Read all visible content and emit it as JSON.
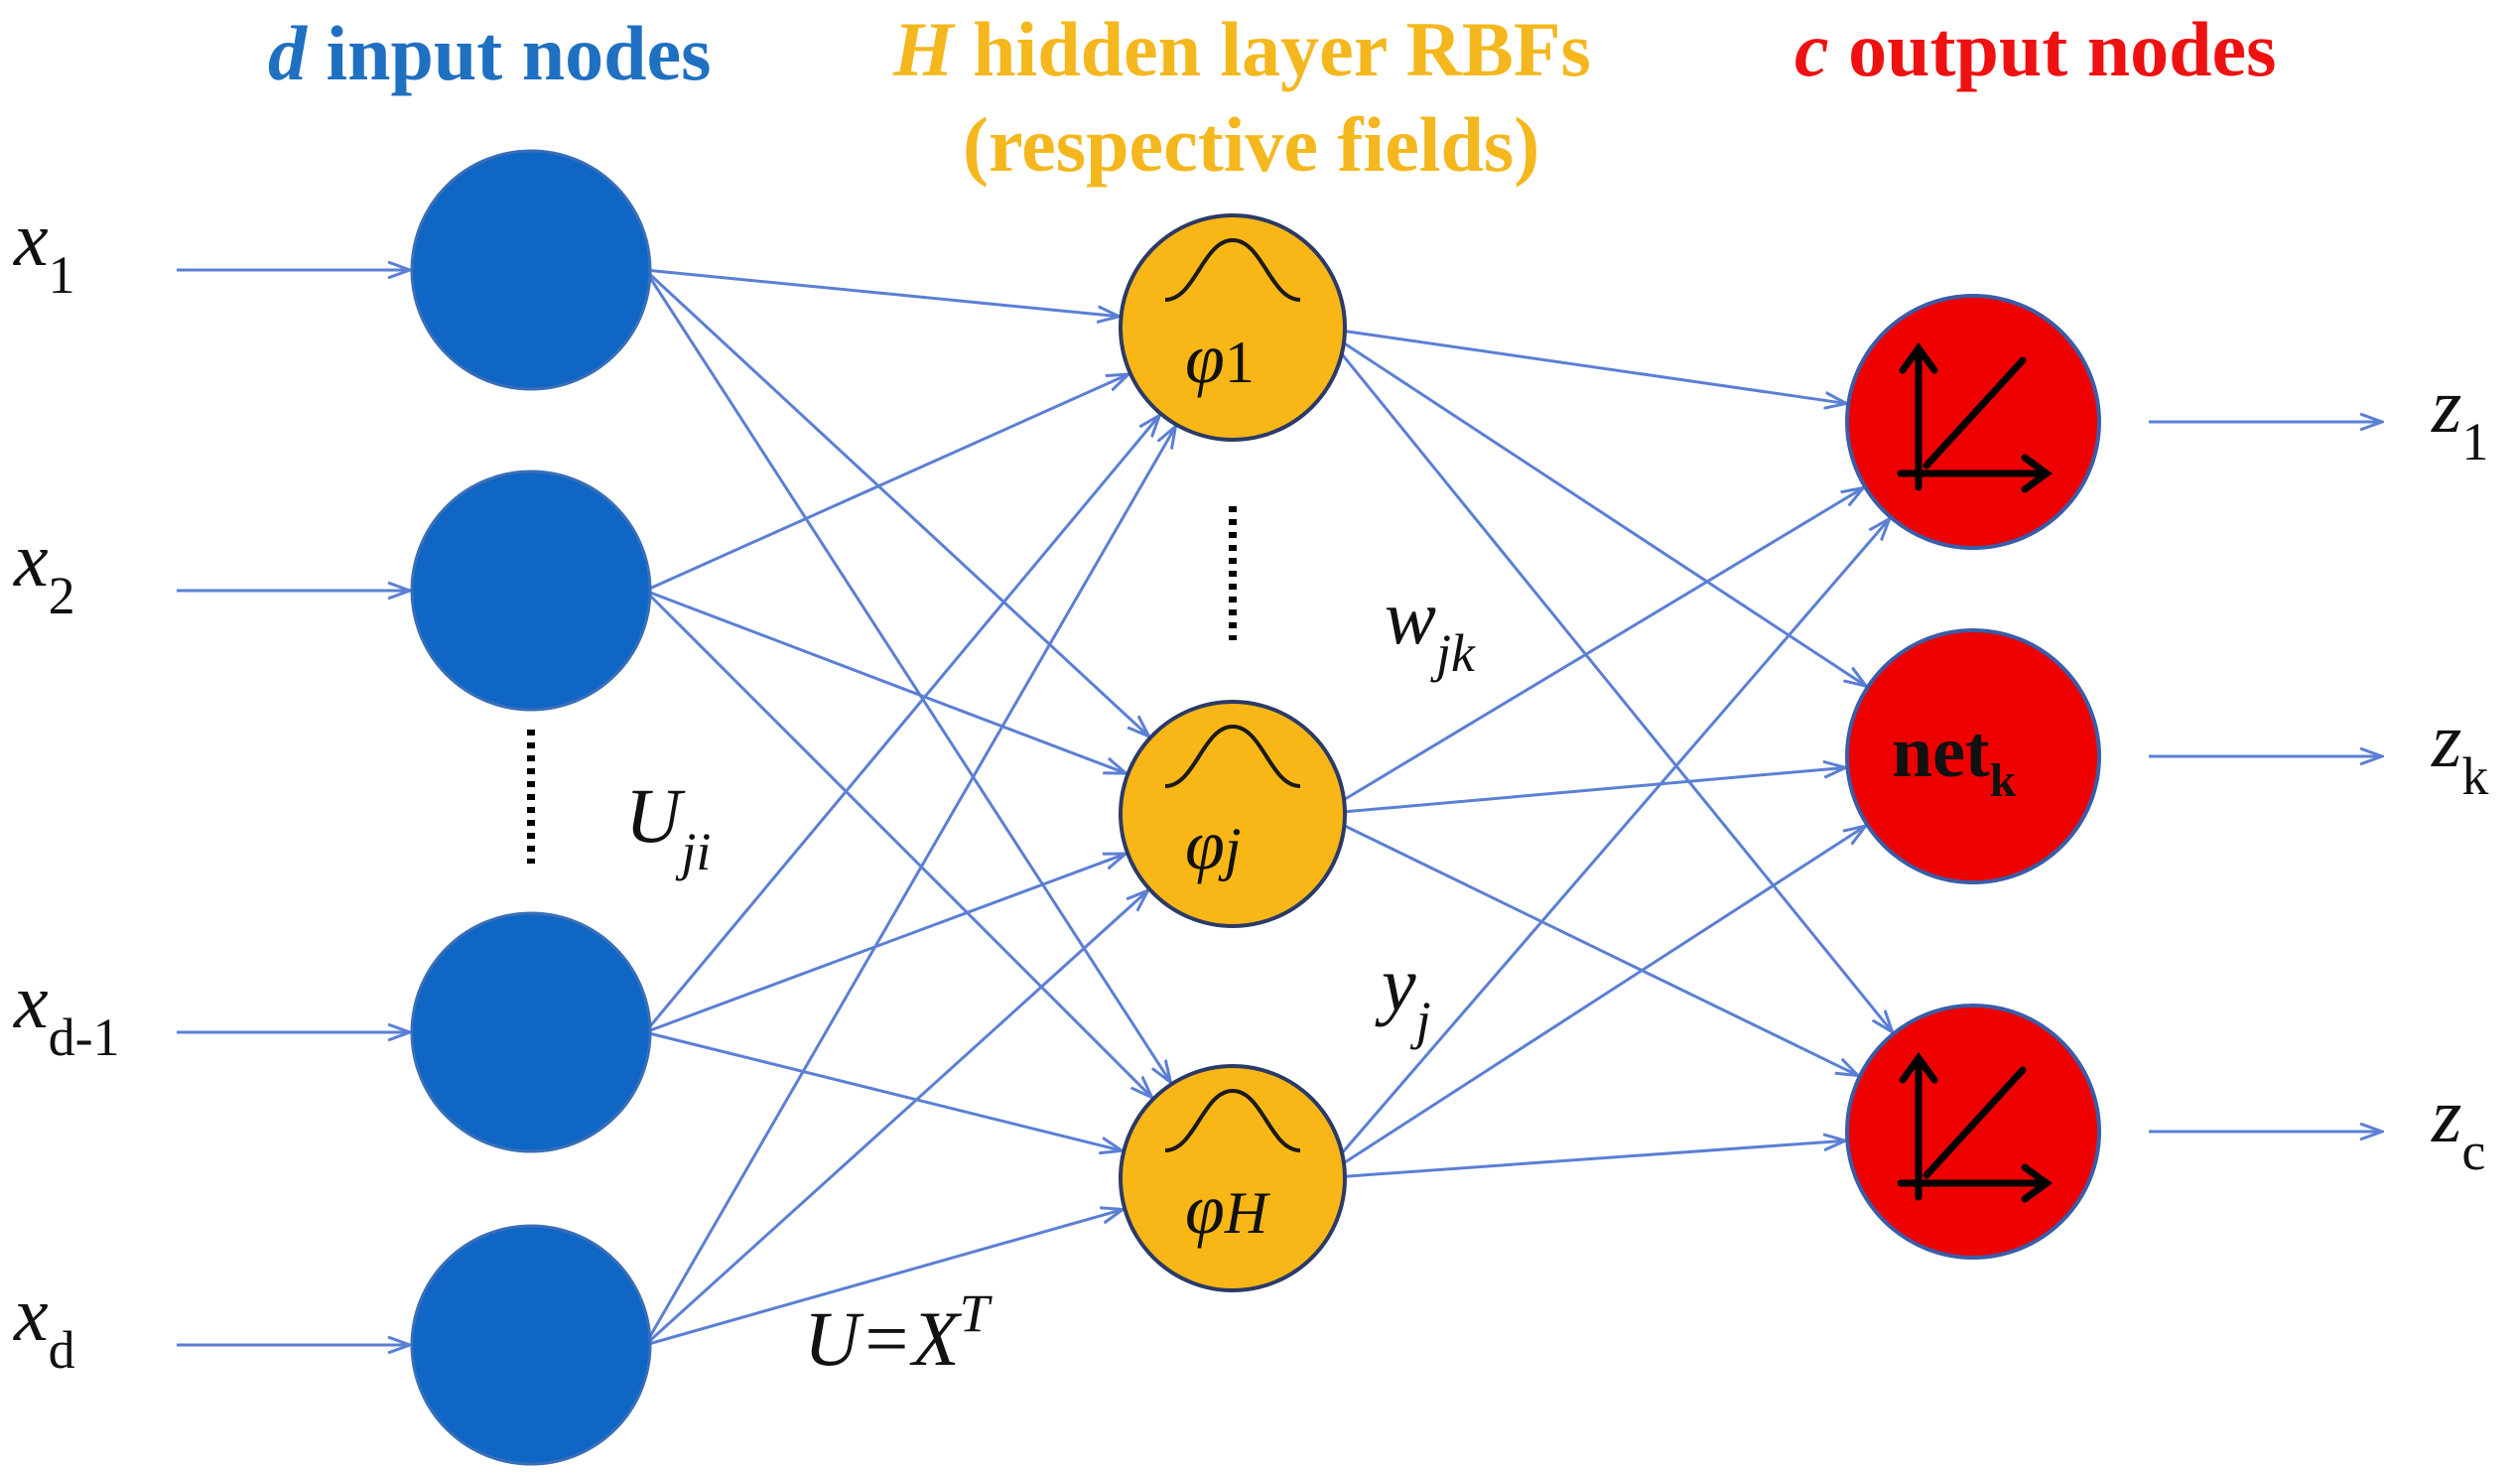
{
  "header": {
    "input": {
      "var": "d",
      "text": " input nodes"
    },
    "hidden": {
      "var": "H",
      "text": " hidden layer RBFs",
      "line2": "(respective fields)"
    },
    "output": {
      "var": "c",
      "text": " output nodes"
    }
  },
  "inputs": [
    {
      "base": "x",
      "sub": "1"
    },
    {
      "base": "x",
      "sub": "2"
    },
    {
      "base": "x",
      "sub": "d-1"
    },
    {
      "base": "x",
      "sub": "d"
    }
  ],
  "hidden": [
    {
      "base": "φ",
      "sub": "1"
    },
    {
      "base": "φ",
      "sub": "j"
    },
    {
      "base": "φ",
      "sub": "H"
    }
  ],
  "output_nodes": [
    {
      "type": "linear-icon"
    },
    {
      "type": "label",
      "base": "net",
      "sub": "k"
    },
    {
      "type": "linear-icon"
    }
  ],
  "outputs": [
    {
      "base": "z",
      "sub": "1"
    },
    {
      "base": "z",
      "sub": "k"
    },
    {
      "base": "z",
      "sub": "c"
    }
  ],
  "labels": {
    "u_ji": {
      "base": "U",
      "sub": "ji"
    },
    "w_jk": {
      "base": "w",
      "sub": "jk"
    },
    "y_j": {
      "base": "y",
      "sub": "j"
    },
    "u_eq": {
      "base": "U=X",
      "sup": "T"
    }
  },
  "colors": {
    "input_node": "#0f66c4",
    "hidden_node": "#f8b617",
    "output_node": "#ee0000",
    "edge": "#5b7fd4"
  }
}
